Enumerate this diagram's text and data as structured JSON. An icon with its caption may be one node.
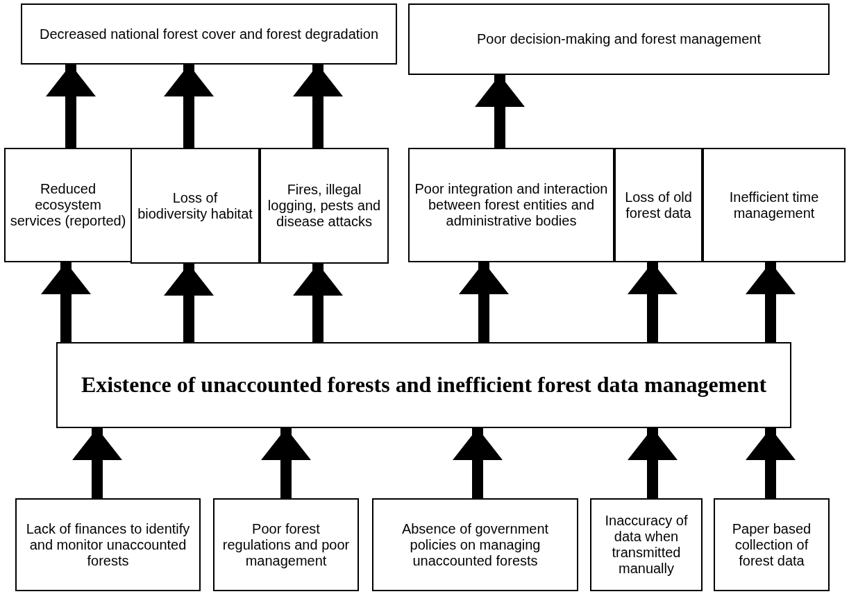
{
  "diagram": {
    "nodes": [
      {
        "text": [
          "Decreased national forest cover and forest degradation"
        ]
      },
      {
        "text": [
          "Poor decision-making and forest management"
        ]
      },
      {
        "text": [
          "Reduced ecosystem services (reported)"
        ]
      },
      {
        "text": [
          "Loss of biodiversity habitat"
        ]
      },
      {
        "text": [
          "Fires, illegal logging, pests and disease attacks"
        ]
      },
      {
        "text": [
          "Poor integration and interaction between forest entities and administrative bodies"
        ]
      },
      {
        "text": [
          "Loss of old forest data"
        ]
      },
      {
        "text": [
          "Inefficient time management"
        ]
      },
      {
        "text": [
          "Existence of unaccounted forests and inefficient forest data management"
        ]
      },
      {
        "text": [
          "Lack of finances to identify and monitor unaccounted forests"
        ]
      },
      {
        "text": [
          "Poor forest regulations and poor management"
        ]
      },
      {
        "text": [
          "Absence of government policies on managing unaccounted forests"
        ]
      },
      {
        "text": [
          "Inaccuracy of data when transmitted manually"
        ]
      },
      {
        "text": [
          "Paper based collection of forest data"
        ]
      }
    ],
    "edges": [
      {
        "from": 2,
        "to": 0,
        "arrow": "to"
      },
      {
        "from": 3,
        "to": 0,
        "arrow": "to"
      },
      {
        "from": 4,
        "to": 0,
        "arrow": "to"
      },
      {
        "from": 5,
        "to": 1,
        "arrow": "to"
      },
      {
        "from": 8,
        "to": 2,
        "arrow": "to"
      },
      {
        "from": 8,
        "to": 3,
        "arrow": "to"
      },
      {
        "from": 8,
        "to": 4,
        "arrow": "to"
      },
      {
        "from": 8,
        "to": 5,
        "arrow": "to"
      },
      {
        "from": 8,
        "to": 6,
        "arrow": "to"
      },
      {
        "from": 8,
        "to": 7,
        "arrow": "to"
      },
      {
        "from": 9,
        "to": 8,
        "arrow": "to"
      },
      {
        "from": 10,
        "to": 8,
        "arrow": "to"
      },
      {
        "from": 11,
        "to": 8,
        "arrow": "to"
      },
      {
        "from": 12,
        "to": 8,
        "arrow": "to"
      },
      {
        "from": 13,
        "to": 8,
        "arrow": "to"
      }
    ]
  }
}
